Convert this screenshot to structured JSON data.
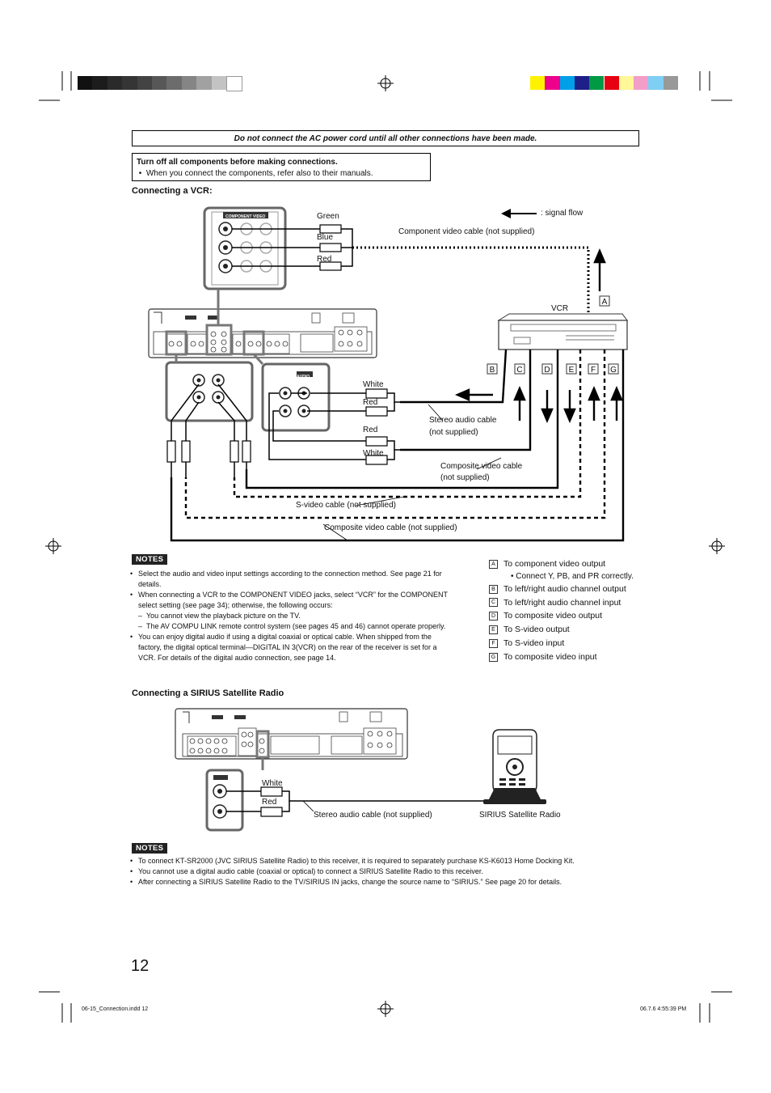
{
  "warning_box": "Do not connect the AC power cord until all other connections have been made.",
  "turnoff_box": {
    "title": "Turn off all components before making connections.",
    "bullet": "When you connect the components, refer also to their manuals."
  },
  "vcr_section": {
    "heading": "Connecting a VCR:",
    "signal_flow_label": ": signal flow",
    "labels": {
      "component_video_panel": "COMPONENT VIDEO",
      "green": "Green",
      "blue": "Blue",
      "red": "Red",
      "component_cable": "Component video cable (not supplied)",
      "vcr": "VCR",
      "white_top": "White",
      "red_top": "Red",
      "stereo_cable": "Stereo audio cable",
      "not_supplied": "(not supplied)",
      "red_bottom": "Red",
      "white_bottom": "White",
      "composite_cable": "Composite video cable",
      "composite_not_supplied": "(not supplied)",
      "svideo_cable": "S-video cable (not supplied)",
      "composite_cable_full": "Composite video cable (not supplied)",
      "audio_panel": "AUDIO"
    },
    "letters": [
      "A",
      "B",
      "C",
      "D",
      "E",
      "F",
      "G"
    ]
  },
  "notes_label": "NOTES",
  "vcr_notes": [
    {
      "type": "bullet",
      "text": "Select the audio and video input settings according to the connection method. See page 21 for"
    },
    {
      "type": "cont",
      "text": "details."
    },
    {
      "type": "bullet",
      "text": "When connecting a VCR to the COMPONENT VIDEO jacks, select “VCR” for the COMPONENT"
    },
    {
      "type": "cont",
      "text": "select setting (see page 34); otherwise, the following occurs:"
    },
    {
      "type": "dash",
      "text": "You cannot view the playback picture on the TV."
    },
    {
      "type": "dash",
      "text": "The AV COMPU LINK remote control system (see pages 45 and 46) cannot operate properly."
    },
    {
      "type": "bullet",
      "text": "You can enjoy digital audio if using a digital coaxial or optical cable. When shipped from the"
    },
    {
      "type": "cont",
      "text": "factory, the digital optical terminal—DIGITAL IN 3(VCR) on the rear of the receiver is set for a"
    },
    {
      "type": "cont",
      "text": "VCR. For details of the digital audio connection, see page 14."
    }
  ],
  "legend": [
    {
      "key": "A",
      "text": "To component video output"
    },
    {
      "key": "",
      "text": "•  Connect Y, PB, and PR correctly."
    },
    {
      "key": "B",
      "text": "To left/right audio channel output"
    },
    {
      "key": "C",
      "text": "To left/right audio channel input"
    },
    {
      "key": "D",
      "text": "To composite video output"
    },
    {
      "key": "E",
      "text": "To S-video output"
    },
    {
      "key": "F",
      "text": "To S-video input"
    },
    {
      "key": "G",
      "text": "To composite video input"
    }
  ],
  "sirius_section": {
    "heading": "Connecting a SIRIUS Satellite Radio",
    "white": "White",
    "red": "Red",
    "stereo_cable": "Stereo audio cable (not supplied)",
    "radio_label": "SIRIUS Satellite Radio"
  },
  "sirius_notes": [
    "To connect KT-SR2000 (JVC SIRIUS Satellite Radio) to this receiver, it is required to separately purchase KS-K6013 Home Docking Kit.",
    "You cannot use a digital audio cable (coaxial or optical) to connect a SIRIUS Satellite Radio to this receiver.",
    "After connecting a SIRIUS Satellite Radio to the TV/SIRIUS IN jacks, change the source name to “SIRIUS.” See page 20 for details."
  ],
  "page_number": "12",
  "footer_left": "06-15_Connection.indd   12",
  "footer_right": "06.7.6   4:55:39 PM",
  "colors": {
    "gray_bars": [
      "#111111",
      "#1c1c1c",
      "#2a2a2a",
      "#353535",
      "#434343",
      "#575757",
      "#6c6c6c",
      "#858585",
      "#a1a1a1",
      "#c3c3c3",
      "#ffffff"
    ],
    "color_bars": [
      "#fff200",
      "#ec008c",
      "#00a0e9",
      "#1d2088",
      "#009944",
      "#e60012",
      "#fff799",
      "#f29ec8",
      "#7fcef4",
      "#999999"
    ]
  }
}
